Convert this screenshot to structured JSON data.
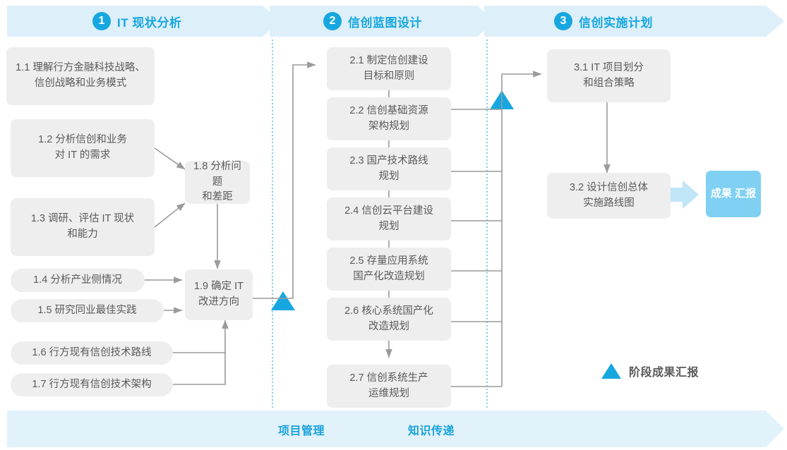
{
  "phases": [
    {
      "num": "1",
      "title": "IT 现状分析"
    },
    {
      "num": "2",
      "title": "信创蓝图设计"
    },
    {
      "num": "3",
      "title": "信创实施计划"
    }
  ],
  "nodes": {
    "n11": {
      "line1": "1.1 理解行方金融科技战略、",
      "line2": "信创战略和业务模式"
    },
    "n12": {
      "line1": "1.2 分析信创和业务",
      "line2": "对 IT 的需求"
    },
    "n13": {
      "line1": "1.3 调研、评估 IT 现状",
      "line2": "和能力"
    },
    "n14": {
      "line1": "1.4 分析产业侧情况",
      "line2": ""
    },
    "n15": {
      "line1": "1.5 研究同业最佳实践",
      "line2": ""
    },
    "n16": {
      "line1": "1.6 行方现有信创技术路线",
      "line2": ""
    },
    "n17": {
      "line1": "1.7 行方现有信创技术架构",
      "line2": ""
    },
    "n18": {
      "line1": "1.8 分析问题",
      "line2": "和差距"
    },
    "n19": {
      "line1": "1.9 确定 IT",
      "line2": "改进方向"
    },
    "n21": {
      "line1": "2.1 制定信创建设",
      "line2": "目标和原则"
    },
    "n22": {
      "line1": "2.2 信创基础资源",
      "line2": "架构规划"
    },
    "n23": {
      "line1": "2.3 国产技术路线",
      "line2": "规划"
    },
    "n24": {
      "line1": "2.4 信创云平台建设",
      "line2": "规划"
    },
    "n25": {
      "line1": "2.5 存量应用系统",
      "line2": "国产化改造规划"
    },
    "n26": {
      "line1": "2.6 核心系统国产化",
      "line2": "改造规划"
    },
    "n27": {
      "line1": "2.7 信创系统生产",
      "line2": "运维规划"
    },
    "n31": {
      "line1": "3.1 IT 项目划分",
      "line2": "和组合策略"
    },
    "n32": {
      "line1": "3.2 设计信创总体",
      "line2": "实施路线图"
    }
  },
  "result": {
    "line1": "成果",
    "line2": "汇报"
  },
  "legend": {
    "label": "阶段成果汇报"
  },
  "footer": {
    "item1": "项目管理",
    "item2": "知识传递"
  },
  "colors": {
    "accent": "#16a7e0",
    "banner_fill": "#ddeff9",
    "footer_fill": "#e2f2fb",
    "node_fill": "#eeeeee",
    "node_text": "#5a5a5a",
    "line": "#9a9a9a",
    "result_fill": "#7fd0f3",
    "result_arrow": "#bfe5f7",
    "divider": "#5ec2e8"
  }
}
